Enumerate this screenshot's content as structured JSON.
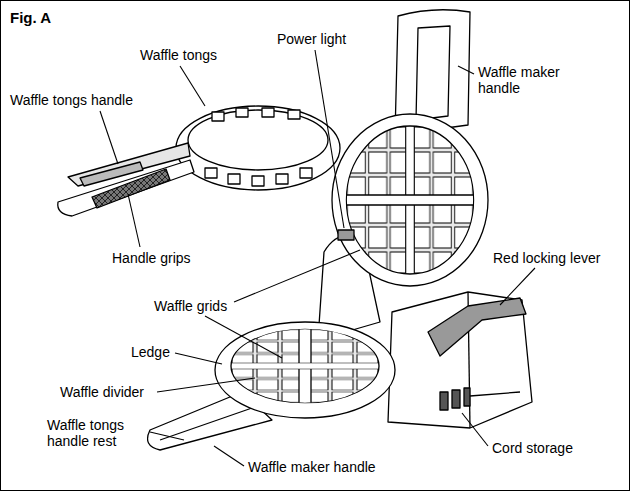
{
  "diagram": {
    "title": "Fig. A",
    "labels": [
      "Waffle tongs",
      "Power light",
      "Waffle maker handle",
      "Waffle tongs handle",
      "Handle grips",
      "Red locking lever",
      "Waffle grids",
      "Ledge",
      "Waffle divider",
      "Waffle tongs handle rest",
      "Cord storage",
      "Waffle maker handle"
    ]
  }
}
